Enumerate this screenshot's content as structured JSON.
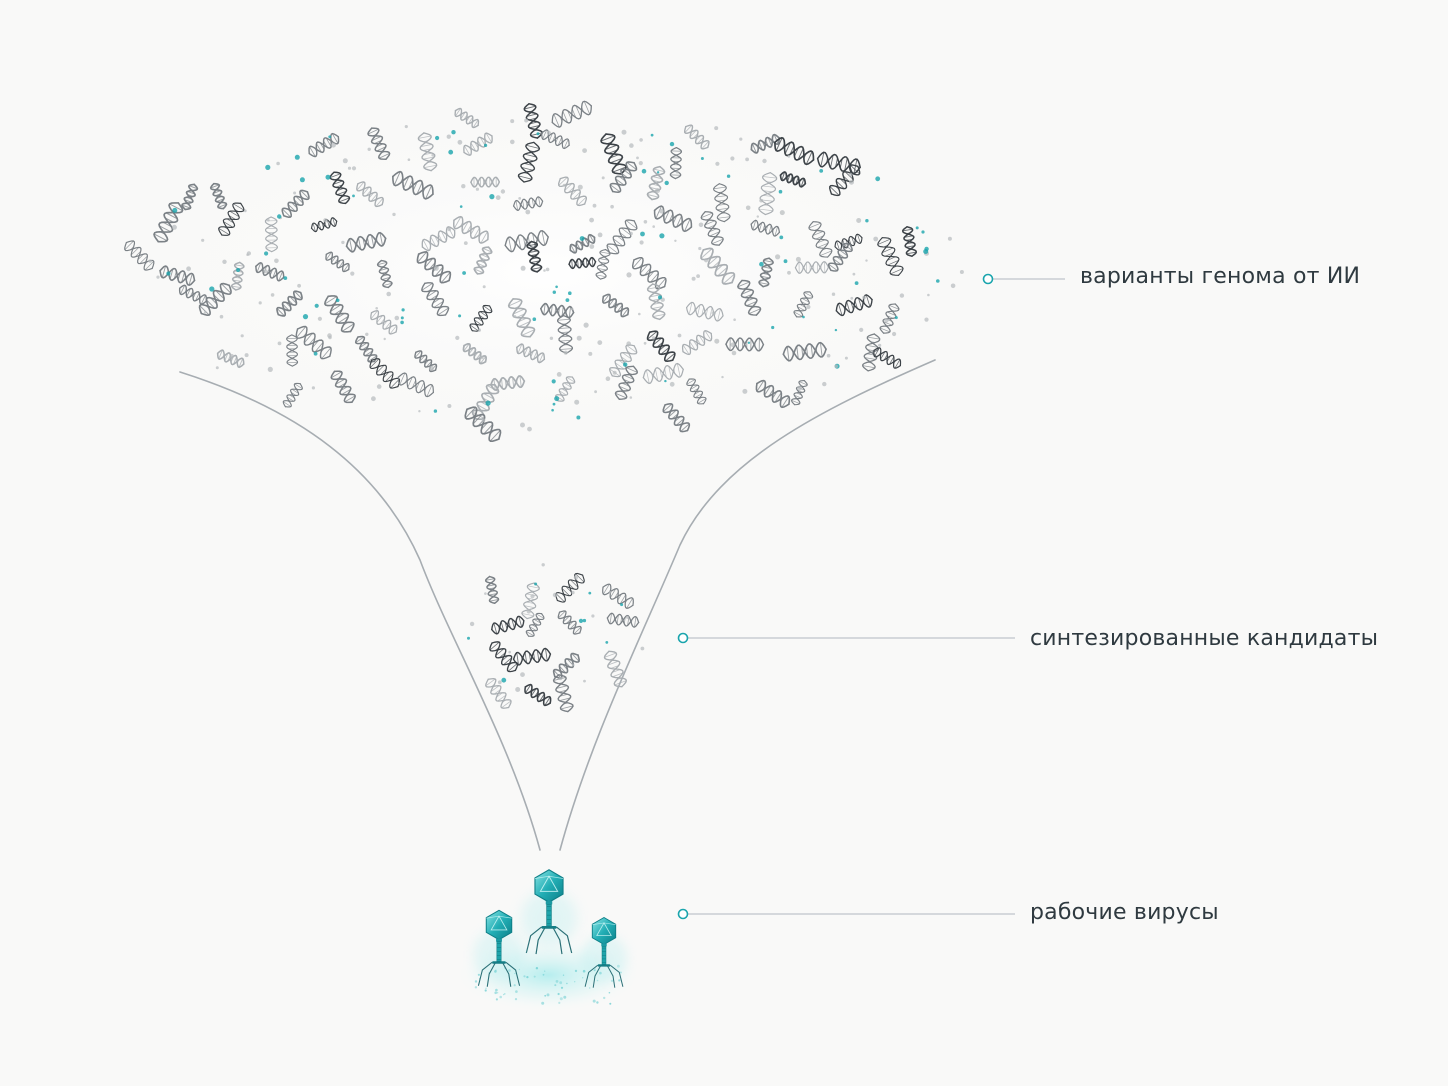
{
  "labels": {
    "genome_variants": "варианты генома от ИИ",
    "synthesized_candidates": "синтезированные кандидаты",
    "working_viruses": "рабочие вирусы"
  },
  "colors": {
    "background": "#f9f9f8",
    "funnel_line": "#a7adb2",
    "dna_dark": "#3d4348",
    "dna_mid": "#7b8186",
    "dna_light": "#a9aeb2",
    "accent_teal": "#1aa5ad",
    "phage_head": "#2bb8bd",
    "leader_line": "#c9ced2",
    "label_text": "#2f3a40"
  },
  "icons": {
    "dna": "dna-helix-icon",
    "phage": "bacteriophage-icon",
    "marker": "ring-marker-icon"
  }
}
